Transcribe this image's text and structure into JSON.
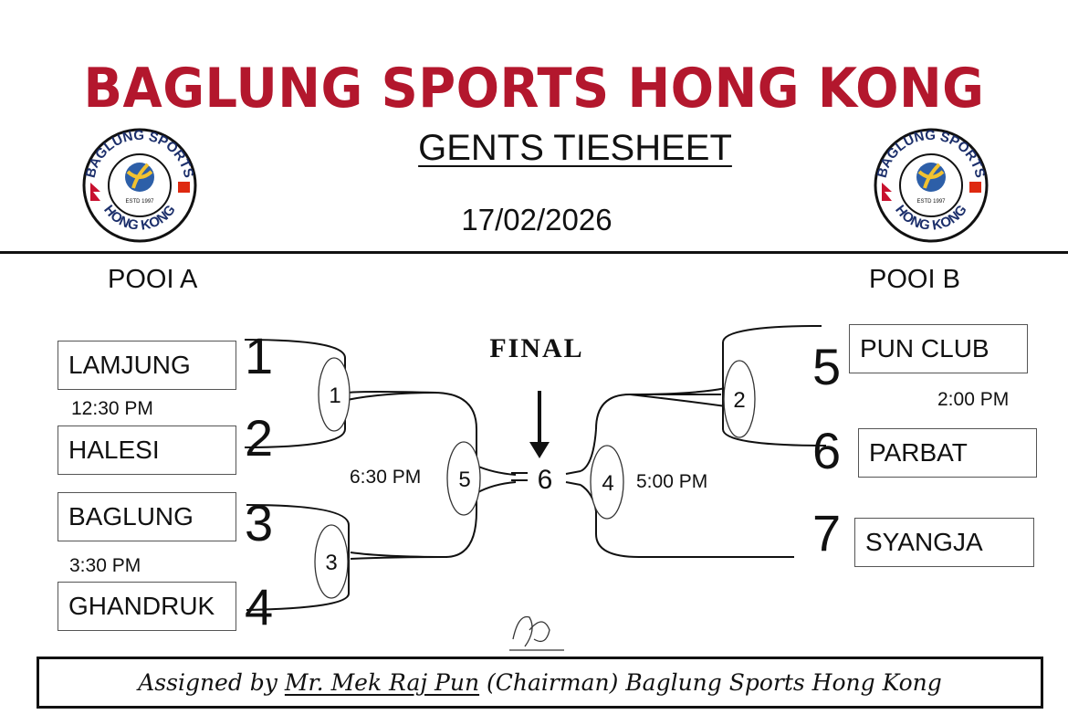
{
  "header": {
    "title": "BAGLUNG SPORTS HONG KONG",
    "subtitle": "GENTS TIESHEET",
    "date": "17/02/2026",
    "logo": {
      "top_text": "BAGLUNG SPORTS",
      "bottom_text": "HONG KONG",
      "estd": "ESTD 1997"
    }
  },
  "pools": {
    "a": {
      "label": "POOI A",
      "teams": [
        {
          "name": "LAMJUNG",
          "seed": "1"
        },
        {
          "name": "HALESI",
          "seed": "2"
        },
        {
          "name": "BAGLUNG",
          "seed": "3"
        },
        {
          "name": "GHANDRUK",
          "seed": "4"
        }
      ],
      "times": [
        "12:30 PM",
        "3:30 PM"
      ]
    },
    "b": {
      "label": "POOI B",
      "teams": [
        {
          "name": "PUN CLUB",
          "seed": "5"
        },
        {
          "name": "PARBAT",
          "seed": "6"
        },
        {
          "name": "SYANGJA",
          "seed": "7"
        }
      ],
      "times": [
        "2:00 PM"
      ]
    }
  },
  "matches": {
    "m1": "1",
    "m2": "2",
    "m3": "3",
    "m4": "4",
    "m5": "5",
    "m6": "6",
    "m5_time": "6:30 PM",
    "m4_time": "5:00 PM",
    "final_label": "FINAL"
  },
  "footer": {
    "prefix": "Assigned by",
    "name": "Mr. Mek Raj Pun",
    "suffix": "(Chairman) Baglung Sports Hong Kong"
  },
  "colors": {
    "title": "#b3172d",
    "ink": "#111111"
  }
}
